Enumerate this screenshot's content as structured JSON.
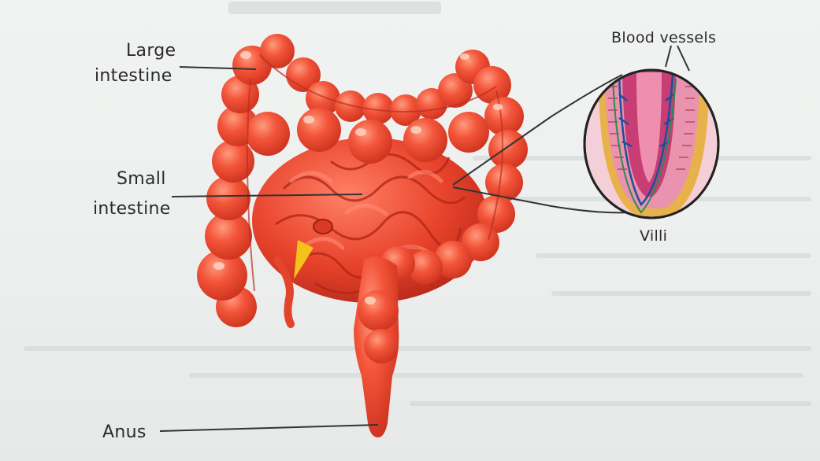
{
  "labels": {
    "large_intestine_line1": "Large",
    "large_intestine_line2": "intestine",
    "small_intestine_line1": "Small",
    "small_intestine_line2": "intestine",
    "anus": "Anus",
    "blood_vessels": "Blood vessels",
    "villi": "Villi"
  },
  "colors": {
    "intestine": "#f2533a",
    "intestine_highlight": "#ff8a6a",
    "intestine_shadow": "#c52f1d",
    "villus_pink": "#d8628e",
    "villus_lumen": "#9a2f58",
    "blood_vessel_blue": "#1d4f9c",
    "blood_vessel_green": "#2c8a55",
    "appendix_yellow": "#f5c21a"
  }
}
